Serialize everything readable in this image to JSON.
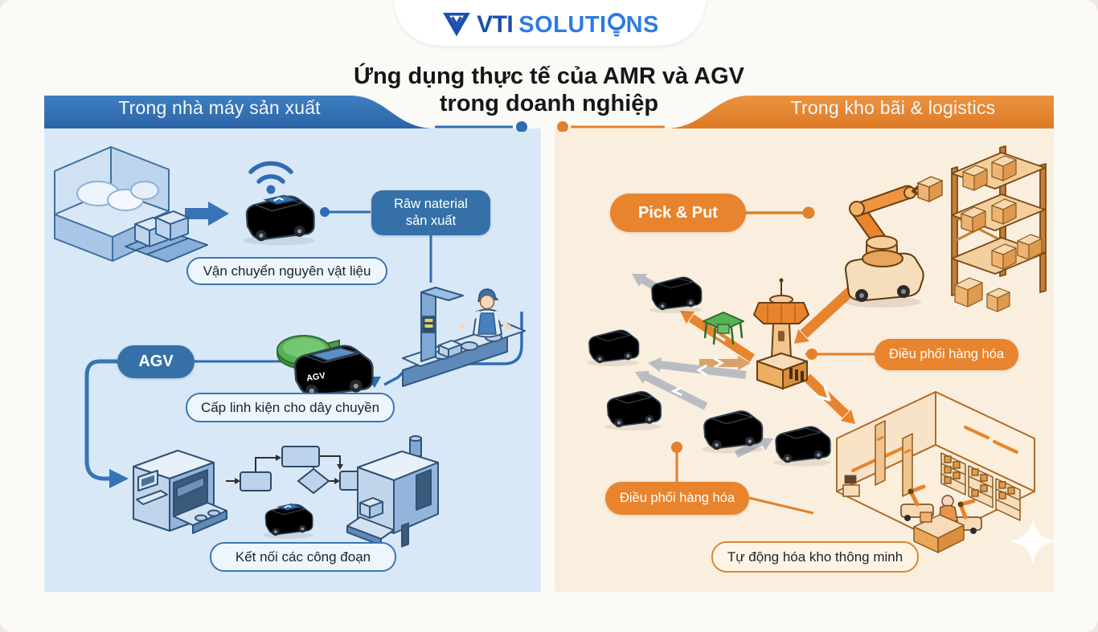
{
  "logo": {
    "brand": "VTI",
    "solutions_pre": "SOLUTI",
    "solutions_post": "NS"
  },
  "title": {
    "line1": "Ứng dụng thực tế của AMR và AGV",
    "line2": "trong doanh nghiệp"
  },
  "left_panel": {
    "header": "Trong nhà máy sản xuất",
    "theme_color": "#3571a8",
    "background": "#d8e8f7",
    "labels": {
      "raw_material_line1": "Râw naterial",
      "raw_material_line2": "sản xuất",
      "transport": "Vận chuyển nguyên vật liệu",
      "agv": "AGV",
      "supply_line": "Cấp linh kiện cho dây chuyền",
      "connect_stages": "Kết nối các công đoạn"
    },
    "vehicle_text": "AGV"
  },
  "right_panel": {
    "header": "Trong kho bãi & logistics",
    "theme_color": "#e2812c",
    "background": "#faeede",
    "labels": {
      "pick_put": "Pick & Put",
      "dispatch_right": "Điều phối hàng hóa",
      "dispatch_bottom": "Điều phối hàng hóa",
      "smart_warehouse": "Tự động hóa kho thông minh"
    }
  }
}
